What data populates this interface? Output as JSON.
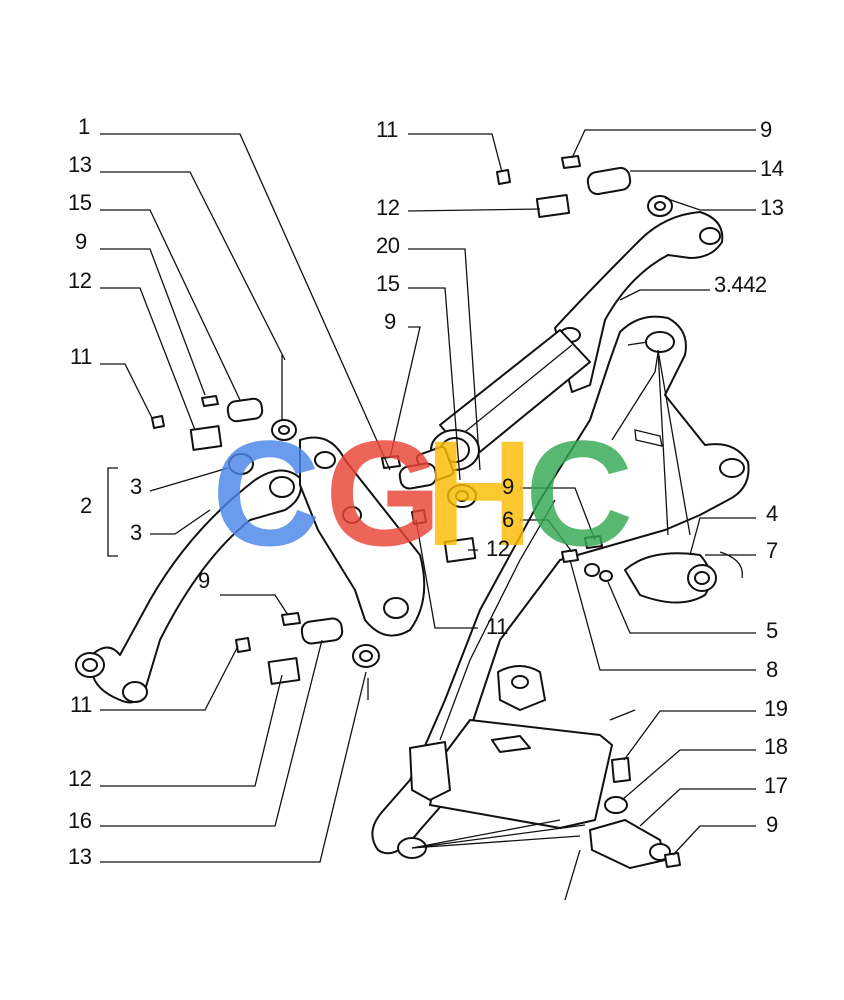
{
  "callouts": {
    "left_1": "1",
    "left_13a": "13",
    "left_15": "15",
    "left_9a": "9",
    "left_12a": "12",
    "left_11a": "11",
    "left_3a": "3",
    "left_2": "2",
    "left_3b": "3",
    "mid_9": "9",
    "left_11b": "11",
    "left_12b": "12",
    "left_16": "16",
    "left_13b": "13",
    "top_11": "11",
    "top_12": "12",
    "top_20": "20",
    "top_15": "15",
    "top_9": "9",
    "center_9": "9",
    "center_6": "6",
    "center_12": "12",
    "center_11": "11",
    "right_9a": "9",
    "right_14": "14",
    "right_13": "13",
    "right_3442": "3.442",
    "right_4": "4",
    "right_7": "7",
    "right_5": "5",
    "right_8": "8",
    "right_19": "19",
    "right_18": "18",
    "right_17": "17",
    "right_9b": "9"
  },
  "watermark": {
    "letters": [
      "C",
      "G",
      "H",
      "C"
    ],
    "colors": [
      "#4a86e8",
      "#ea4335",
      "#fbbc04",
      "#34a853"
    ]
  }
}
